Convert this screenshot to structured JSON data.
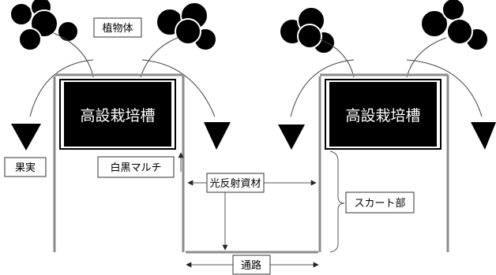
{
  "labels": {
    "plant": "植物体",
    "bed": "高設栽培槽",
    "fruit": "果実",
    "mulch": "白黒マルチ",
    "reflective": "光反射資材",
    "skirt": "スカート部",
    "aisle": "通路"
  },
  "colors": {
    "black": "#000000",
    "post_gray": "#8c8c8c",
    "line": "#222222",
    "background": "#ffffff"
  }
}
